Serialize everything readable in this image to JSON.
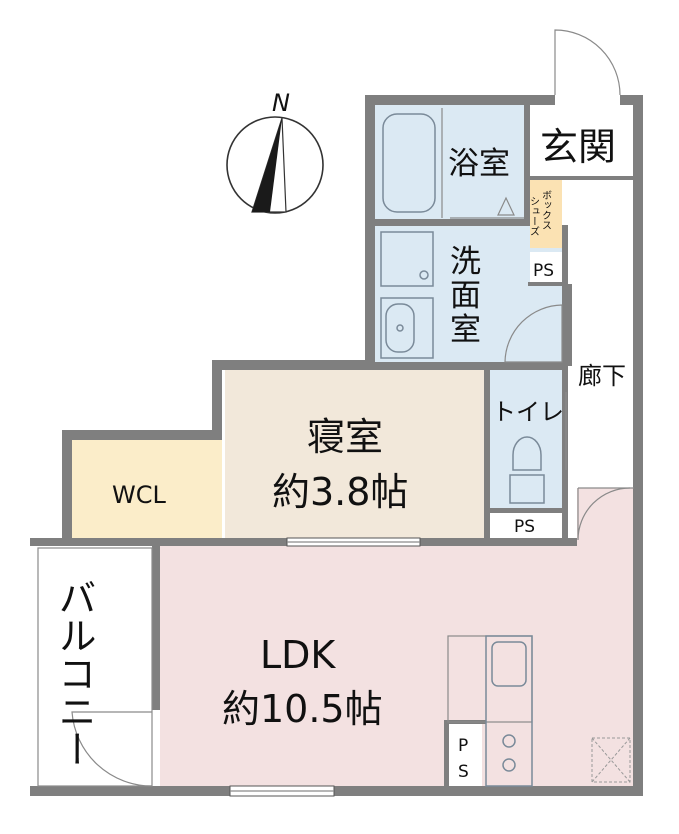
{
  "compass": {
    "north_label": "N"
  },
  "rooms": {
    "entrance": {
      "label": "玄関"
    },
    "bath": {
      "label": "浴室"
    },
    "shoe_box": {
      "label_line1": "シューズ",
      "label_line2": "ボックス"
    },
    "ps_top": {
      "label": "PS"
    },
    "washroom": {
      "label_line1": "洗",
      "label_line2": "面",
      "label_line3": "室"
    },
    "hallway": {
      "label": "廊下"
    },
    "toilet": {
      "label": "トイレ"
    },
    "ps_mid": {
      "label": "PS"
    },
    "bedroom": {
      "name": "寝室",
      "size": "約3.8帖"
    },
    "wcl": {
      "label": "WCL"
    },
    "balcony": {
      "label": "バルコニー"
    },
    "ldk": {
      "name": "LDK",
      "size": "約10.5帖"
    },
    "ps_kitchen": {
      "label_line1": "P",
      "label_line2": "S"
    }
  },
  "colors": {
    "wall": "#7f7f7f",
    "bath_wet": "#dbe9f3",
    "bedroom": "#f2e8da",
    "wcl": "#fbedc9",
    "ldk": "#f3e1e1",
    "shoe_box": "#fbe2b3"
  }
}
